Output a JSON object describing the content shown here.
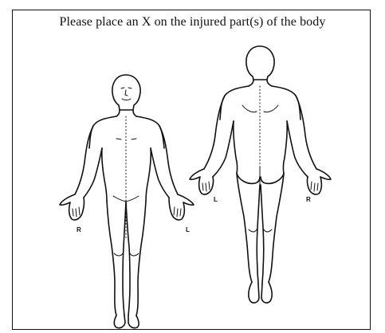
{
  "form": {
    "instruction": "Please place an X on the injured part(s) of the body",
    "front_view": {
      "right_label": "R",
      "left_label": "L"
    },
    "back_view": {
      "left_label": "L",
      "right_label": "R"
    }
  }
}
